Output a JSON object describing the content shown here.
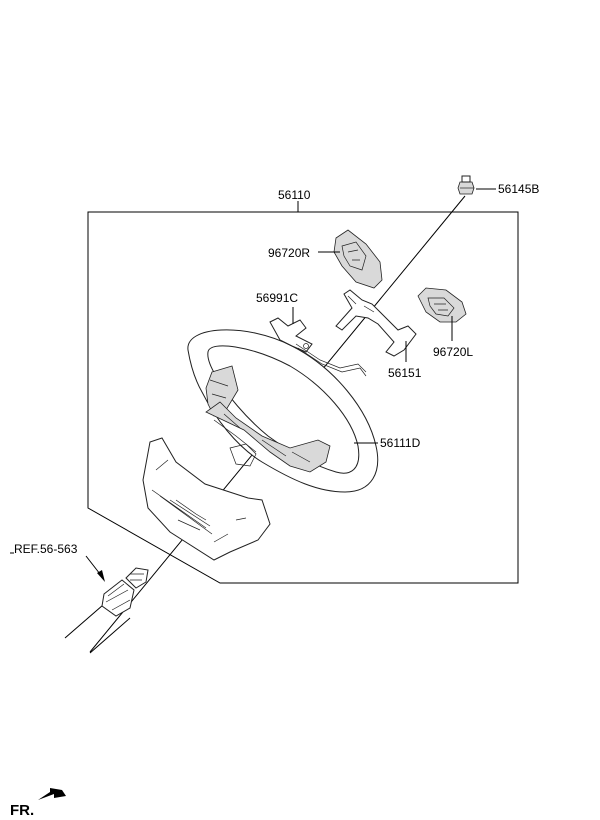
{
  "labels": {
    "assembly": "56110",
    "bolt": "56145B",
    "switch_right": "96720R",
    "bracket_c": "56991C",
    "switch_left": "96720L",
    "bracket": "56151",
    "wheel_body": "56111D",
    "reference": "REF.56-563",
    "front": "FR."
  }
}
